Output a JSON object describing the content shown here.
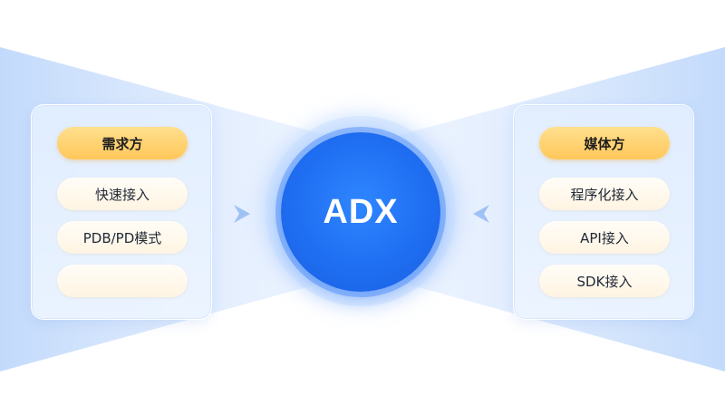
{
  "demand": {
    "title": "需求方",
    "items": [
      "快速接入",
      "PDB/PD模式",
      ""
    ]
  },
  "hub": {
    "label": "ADX"
  },
  "media": {
    "title": "媒体方",
    "items": [
      "程序化接入",
      "API接入",
      "SDK接入"
    ]
  },
  "colors": {
    "hub_blue": "#1f6ef2",
    "header_pill": "#ffc75a",
    "item_pill": "#fff4e2",
    "panel_bg": "#e2eeff"
  }
}
